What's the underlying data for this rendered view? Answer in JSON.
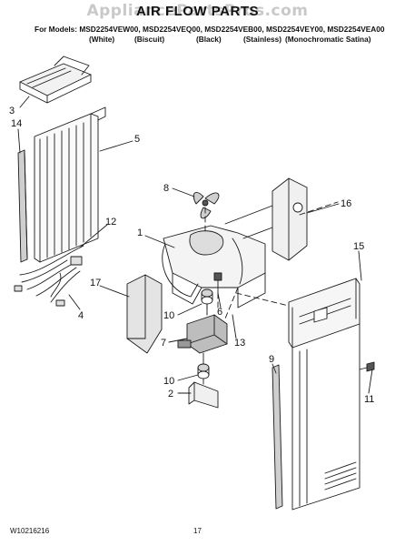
{
  "header": {
    "watermark": "AppliancePartsPros.com",
    "title": "AIR FLOW PARTS",
    "models": "For Models: MSD2254VEW00, MSD2254VEQ00, MSD2254VEB00, MSD2254VEY00, MSD2254VEA00",
    "colors": [
      "(White)",
      "(Biscuit)",
      "(Black)",
      "(Stainless)",
      "(Monochromatic Satina)"
    ]
  },
  "callouts": [
    "3",
    "14",
    "5",
    "8",
    "16",
    "12",
    "1",
    "6",
    "15",
    "17",
    "4",
    "10",
    "7",
    "13",
    "9",
    "10",
    "2",
    "11"
  ],
  "footer": {
    "doc_number": "W10216216",
    "page_number": "17"
  }
}
